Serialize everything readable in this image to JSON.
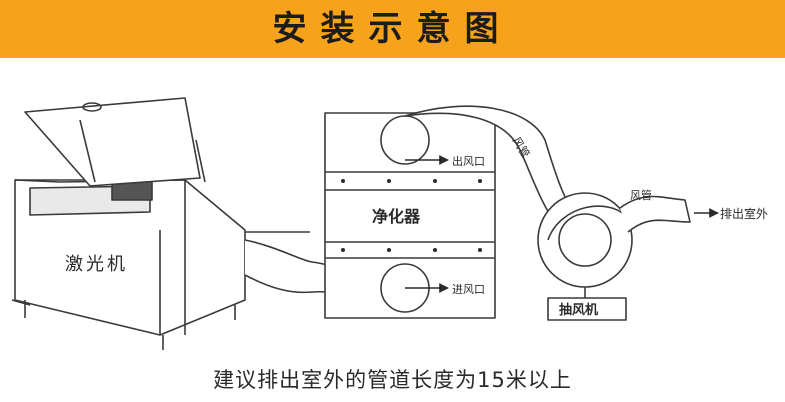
{
  "header": {
    "title": "安装示意图",
    "background": "#f7a21b"
  },
  "diagram": {
    "laser_label": "激光机",
    "purifier_label": "净化器",
    "outlet_label": "出风口",
    "inlet_label": "进风口",
    "duct_label_1": "风管",
    "duct_label_2": "风管",
    "fan_label": "抽风机",
    "exhaust_label": "排出室外"
  },
  "footer": {
    "note": "建议排出室外的管道长度为15米以上"
  }
}
